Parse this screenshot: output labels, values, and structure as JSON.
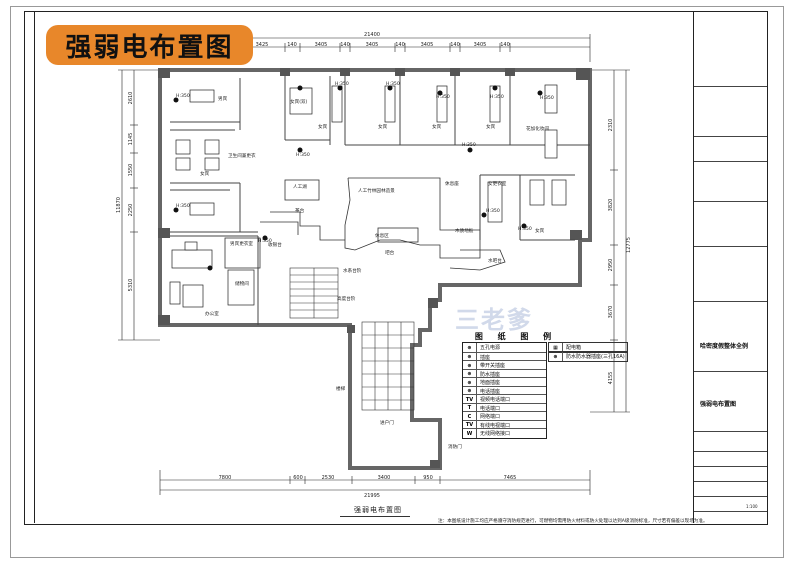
{
  "badge_title": "强弱电布置图",
  "drawing_caption": "强弱电布置图",
  "note": "注：本图纸设计施工均应严格遵守消防规范进行，可燃物均需用防火材料或防火处理以达到A级消防标准，尺寸若有偏差以现场为准。",
  "watermark": "三老爹",
  "dimensions": {
    "top_total": "21400",
    "top_segments": [
      "3425",
      "140",
      "3405",
      "140",
      "3405",
      "140",
      "3405",
      "140",
      "3405",
      "140"
    ],
    "bottom_total": "21995",
    "bottom_segments": [
      "7800",
      "600",
      "2530",
      "3400",
      "950",
      "7465"
    ],
    "left_total": "11870",
    "left_segments": [
      "2610",
      "1145",
      "1550",
      "2250",
      "5310"
    ],
    "right_total": "12775",
    "right_segments": [
      "2310",
      "3820",
      "2950",
      "3670",
      "4155"
    ]
  },
  "rooms": [
    "男宾",
    "女宾",
    "卫生间兼更衣",
    "女宾(双)",
    "女宾",
    "女宾",
    "女宾",
    "女宾",
    "花加化妆间",
    "人工湖",
    "人工竹林园林造景",
    "休息座",
    "茶台",
    "水吧台",
    "木质地板",
    "储物间",
    "办公室",
    "男宾更衣室",
    "女更衣室",
    "水系台阶",
    "收银台",
    "吧台",
    "高度台阶",
    "休息区",
    "进户门",
    "消防门",
    "楼梯",
    "女宾"
  ],
  "sockets": [
    "H:350",
    "H:350",
    "H:350",
    "H:350",
    "H:350",
    "H:350",
    "H:350",
    "H:350",
    "H:350",
    "H:350",
    "H:350",
    "H:350"
  ],
  "legend": {
    "title": "图 纸 图 例",
    "rows": [
      {
        "symbol": "⊕",
        "label": "五孔电源"
      },
      {
        "symbol": "⊕",
        "label": "插座"
      },
      {
        "symbol": "⊕",
        "label": "带开关插座"
      },
      {
        "symbol": "⊕",
        "label": "防水插座"
      },
      {
        "symbol": "⊕",
        "label": "地面插座"
      },
      {
        "symbol": "⊕",
        "label": "电话插座"
      },
      {
        "symbol": "TV",
        "label": "视频电话端口"
      },
      {
        "symbol": "T",
        "label": "电话端口"
      },
      {
        "symbol": "C",
        "label": "网络端口"
      },
      {
        "symbol": "TV",
        "label": "有线电视端口"
      },
      {
        "symbol": "W",
        "label": "无线网络接口"
      }
    ],
    "extra": [
      {
        "symbol": "▦",
        "label": "配电箱"
      },
      {
        "symbol": "⊕",
        "label": "防水防水器插座(三孔16A)"
      }
    ]
  },
  "title_block": {
    "project": "哈密度假整体全例",
    "drawing_name": "强弱电布置图",
    "scale": "1:100"
  }
}
